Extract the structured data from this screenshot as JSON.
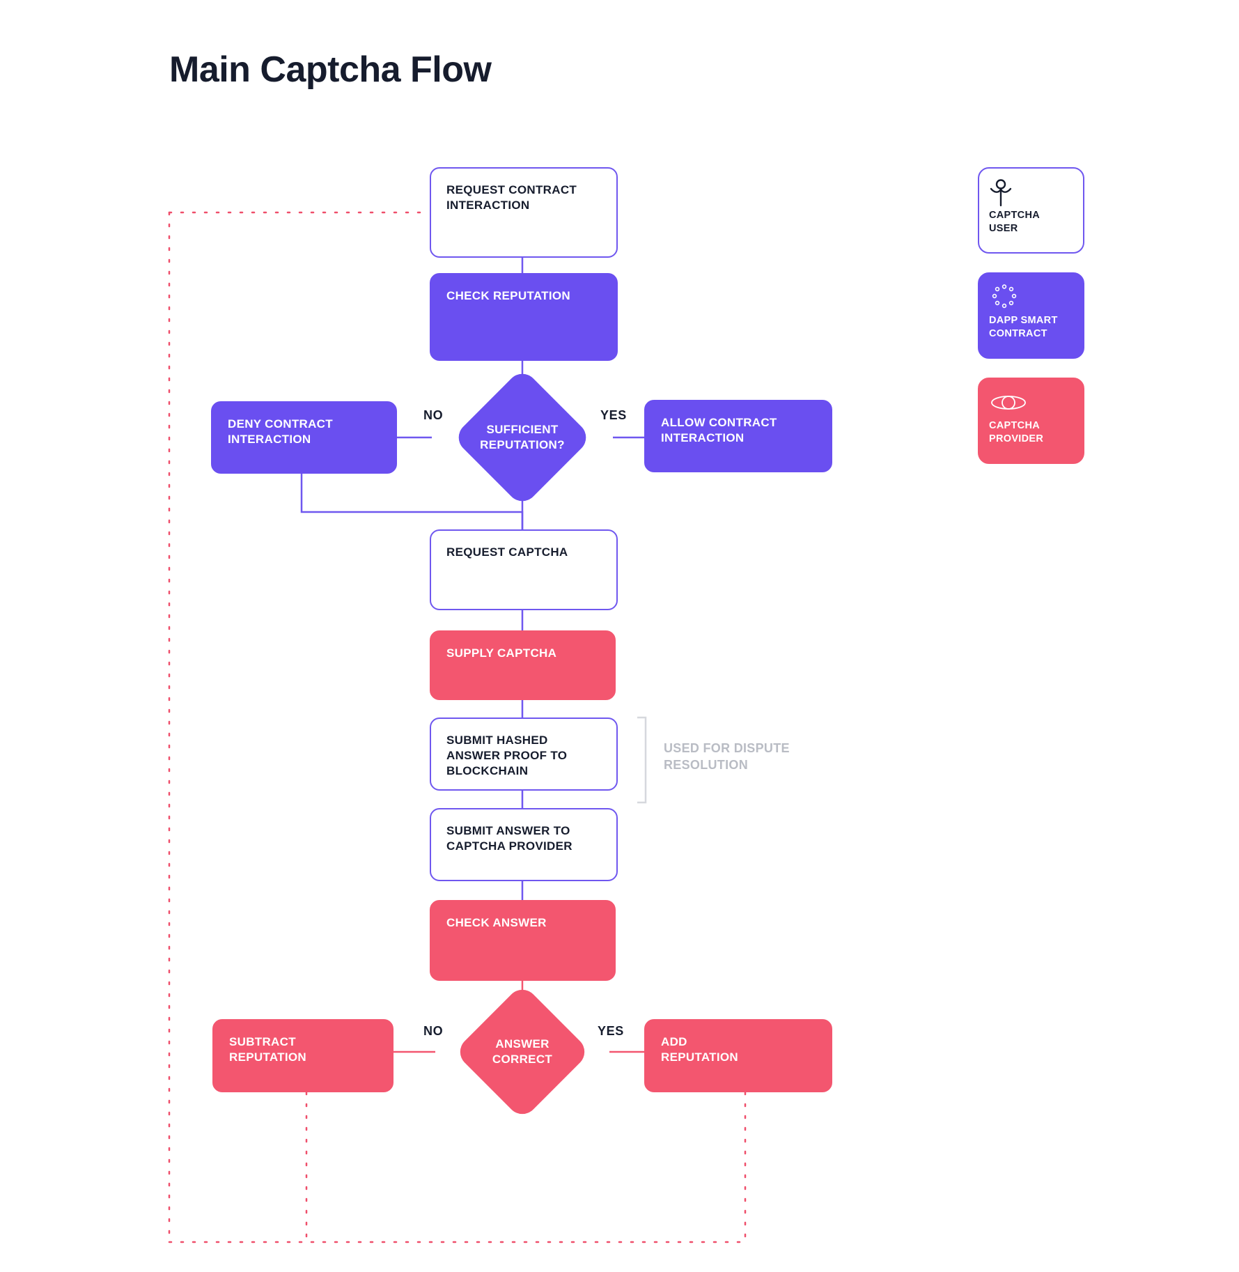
{
  "page": {
    "title": "Main Captcha Flow",
    "background": "#ffffff"
  },
  "colors": {
    "user_border": "#6f57ef",
    "user_fill": "#ffffff",
    "dapp_fill": "#6a4ff0",
    "provider_fill": "#f3566f",
    "text_dark": "#161c2d",
    "annotation_gray": "#b9bcc4",
    "connector_purple": "#6f57ef",
    "connector_pink": "#f3566f"
  },
  "nodes": {
    "request_contract_interaction": {
      "label": "REQUEST CONTRACT\nINTERACTION",
      "actor": "captcha-user"
    },
    "check_reputation": {
      "label": "CHECK REPUTATION",
      "actor": "dapp-smart-contract"
    },
    "sufficient_reputation": {
      "label": "SUFFICIENT\nREPUTATION?",
      "actor": "dapp-smart-contract"
    },
    "deny_contract_interaction": {
      "label": "DENY CONTRACT\nINTERACTION",
      "actor": "dapp-smart-contract"
    },
    "allow_contract_interaction": {
      "label": "ALLOW CONTRACT\nINTERACTION",
      "actor": "dapp-smart-contract"
    },
    "request_captcha": {
      "label": "REQUEST CAPTCHA",
      "actor": "captcha-user"
    },
    "supply_captcha": {
      "label": "SUPPLY CAPTCHA",
      "actor": "captcha-provider"
    },
    "submit_hashed_answer_proof": {
      "label": "SUBMIT HASHED\nANSWER PROOF TO\nBLOCKCHAIN",
      "actor": "captcha-user"
    },
    "submit_answer_to_provider": {
      "label": "SUBMIT ANSWER TO\nCAPTCHA PROVIDER",
      "actor": "captcha-user"
    },
    "check_answer": {
      "label": "CHECK ANSWER",
      "actor": "captcha-provider"
    },
    "answer_correct": {
      "label": "ANSWER\nCORRECT",
      "actor": "captcha-provider"
    },
    "subtract_reputation": {
      "label": "SUBTRACT\nREPUTATION",
      "actor": "captcha-provider"
    },
    "add_reputation": {
      "label": "ADD\nREPUTATION",
      "actor": "captcha-provider"
    }
  },
  "edge_labels": {
    "reputation_no": "NO",
    "reputation_yes": "YES",
    "answer_no": "NO",
    "answer_yes": "YES"
  },
  "annotations": {
    "dispute_resolution": "USED FOR DISPUTE\nRESOLUTION"
  },
  "legend": {
    "items": [
      {
        "label": "CAPTCHA\nUSER",
        "icon": "person-icon",
        "style": "user"
      },
      {
        "label": "DAPP SMART\nCONTRACT",
        "icon": "dots-circle-icon",
        "style": "dapp"
      },
      {
        "label": "CAPTCHA\nPROVIDER",
        "icon": "eye-ellipse-icon",
        "style": "provider"
      }
    ]
  }
}
